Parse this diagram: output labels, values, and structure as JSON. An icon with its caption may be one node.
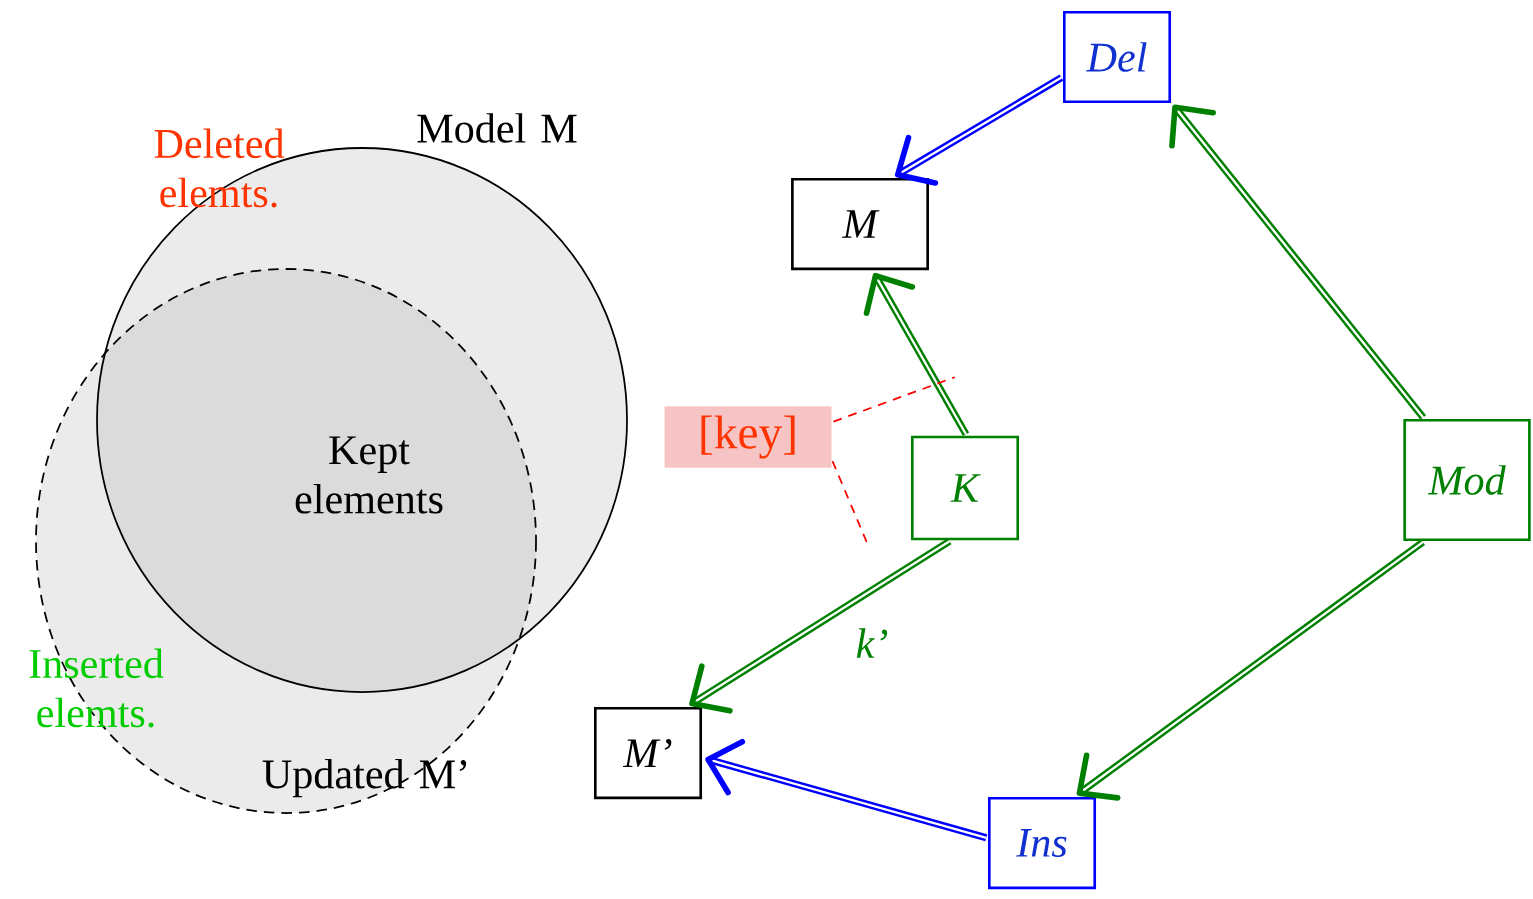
{
  "diagram": {
    "nodes": [
      {
        "text": [
          "M"
        ]
      },
      {
        "text": [
          "Del"
        ]
      },
      {
        "text": [
          "K"
        ]
      },
      {
        "text": [
          "Mod"
        ]
      },
      {
        "text": [
          "M’"
        ]
      },
      {
        "text": [
          "Ins"
        ]
      },
      {
        "text": [
          "[key]"
        ]
      }
    ],
    "edges": [
      {
        "from": 1,
        "to": 0,
        "arrow": "to",
        "color": "#0000ff"
      },
      {
        "from": 3,
        "to": 1,
        "arrow": "to"
      },
      {
        "from": 2,
        "to": 0,
        "arrow": "to"
      },
      {
        "from": 2,
        "to": 4,
        "arrow": "to",
        "label": "k’"
      },
      {
        "from": 3,
        "to": 5,
        "arrow": "to"
      },
      {
        "from": 5,
        "to": 4,
        "arrow": "to",
        "color": "#0000ff"
      },
      {
        "from": 6,
        "to": null,
        "arrow": "none",
        "style": "dashed",
        "color": "#ff0000"
      },
      {
        "from": 6,
        "to": null,
        "arrow": "none",
        "style": "dashed",
        "color": "#ff0000"
      }
    ],
    "labels": [
      "Deleted elemts.",
      "Model M",
      "Kept elements",
      "Inserted elemts.",
      "Updated M’"
    ]
  }
}
